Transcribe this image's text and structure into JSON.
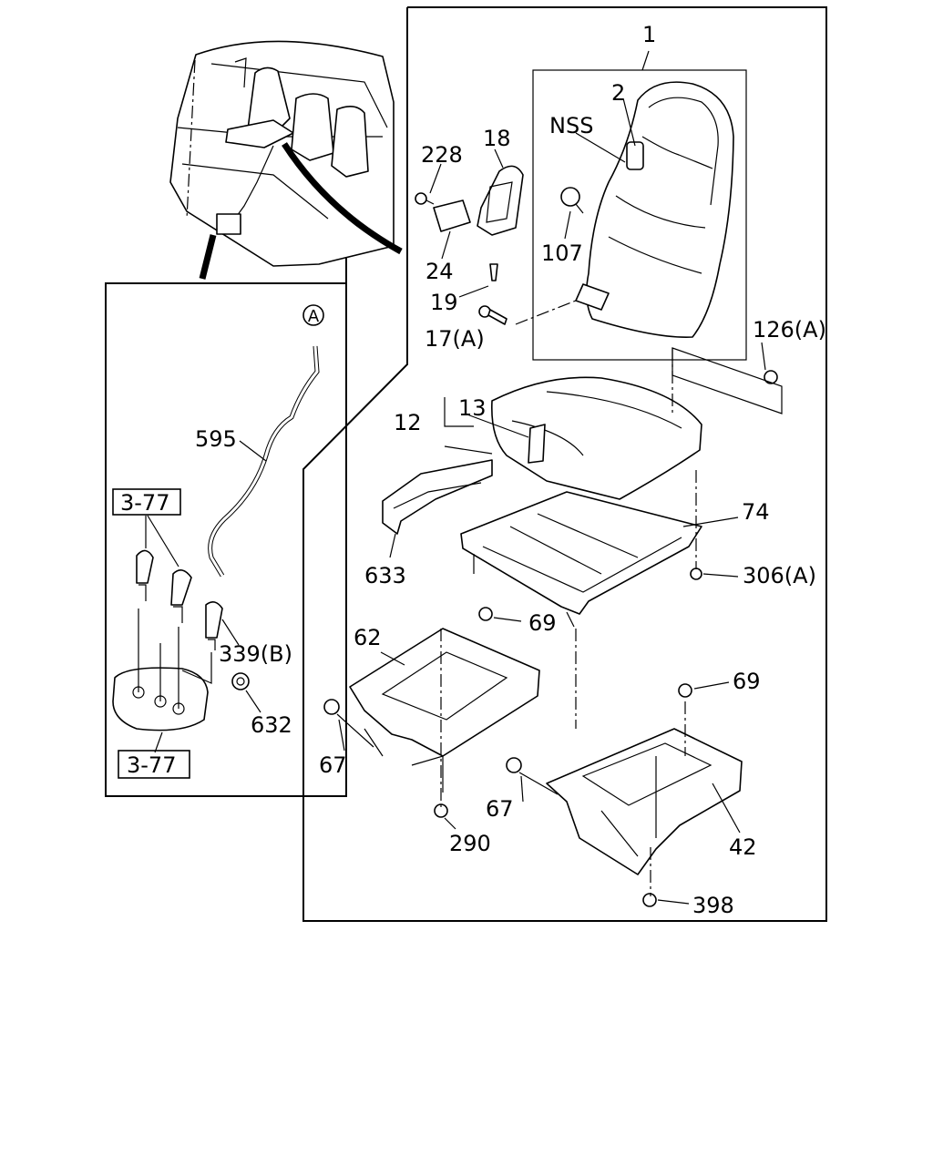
{
  "callouts": {
    "c1": "1",
    "c2": "2",
    "nss": "NSS",
    "c18": "18",
    "c228": "228",
    "c24": "24",
    "c107": "107",
    "c19": "19",
    "c17a": "17(A)",
    "c126a": "126(A)",
    "c12": "12",
    "c13": "13",
    "c74": "74",
    "c633": "633",
    "c306a": "306(A)",
    "c69a": "69",
    "c62": "62",
    "c69b": "69",
    "c67a": "67",
    "c67b": "67",
    "c290": "290",
    "c42": "42",
    "c398": "398",
    "circleA": "A",
    "c595": "595",
    "ref_top": "3-77",
    "c339b": "339(B)",
    "c632": "632",
    "ref_bottom": "3-77"
  },
  "colors": {
    "ink": "#000000",
    "background": "#ffffff"
  }
}
